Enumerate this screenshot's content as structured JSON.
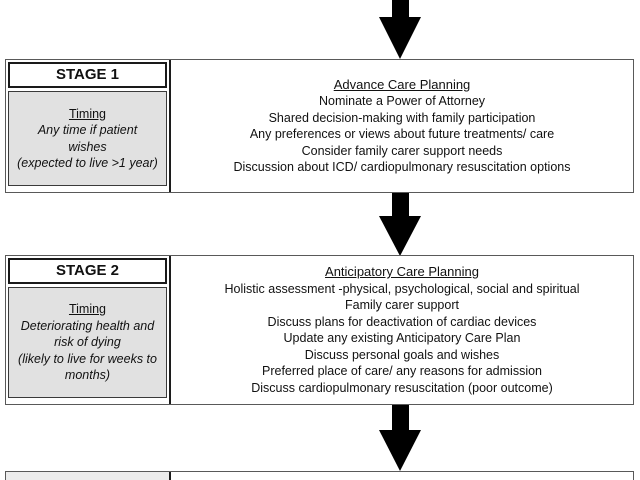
{
  "colors": {
    "arrow": "#000000",
    "timing_background": "#e1e1e1",
    "box_border": "#595959",
    "inner_border": "#1a1a1a",
    "text": "#111111"
  },
  "stages": [
    {
      "label": "STAGE 1",
      "timing_heading": "Timing",
      "timing_lines": [
        "Any time if patient wishes",
        "(expected to live >1 year)"
      ],
      "content_title": "Advance Care Planning",
      "content_lines": [
        "Nominate a Power of Attorney",
        "Shared decision-making with family participation",
        "Any preferences or views about future treatments/ care",
        "Consider family carer support needs",
        "Discussion about ICD/ cardiopulmonary resuscitation options"
      ]
    },
    {
      "label": "STAGE 2",
      "timing_heading": "Timing",
      "timing_lines": [
        "Deteriorating health and risk of dying",
        "(likely to live for weeks to months)"
      ],
      "content_title": "Anticipatory Care Planning",
      "content_lines": [
        "Holistic assessment -physical, psychological, social and spiritual",
        "Family carer support",
        "Discuss plans for deactivation of cardiac devices",
        "Update any existing Anticipatory Care Plan",
        "Discuss personal goals and wishes",
        "Preferred place of care/ any reasons for admission",
        "Discuss cardiopulmonary resuscitation (poor outcome)"
      ]
    }
  ]
}
